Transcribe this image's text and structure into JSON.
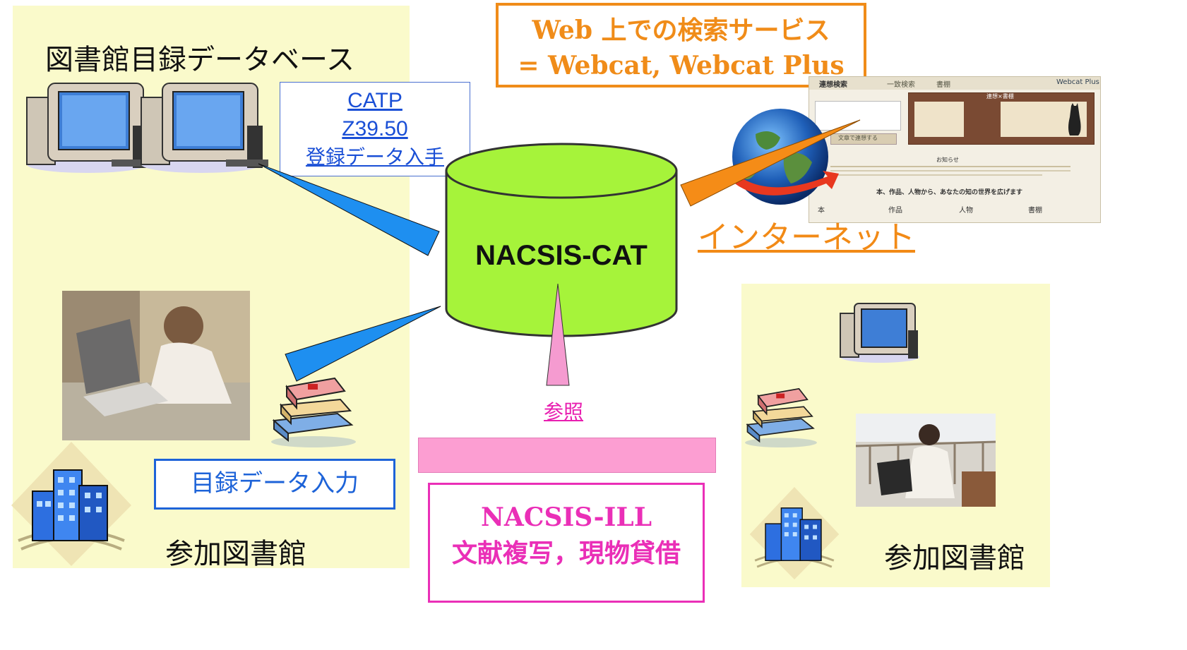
{
  "left_panel": {
    "title": "図書館目録データベース",
    "bottom_label": "参加図書館",
    "catp_box": [
      "CATP",
      "Z39.50",
      "登録データ入手"
    ],
    "input_box": "目録データ入力"
  },
  "right_panel": {
    "bottom_label": "参加図書館"
  },
  "center": {
    "database_label": "NACSIS-CAT",
    "reference_label": "参照",
    "ill_box": [
      "NACSIS-ILL",
      "文献複写，現物貸借"
    ]
  },
  "web_service": {
    "line1": "Web 上での検索サービス",
    "line2": "= Webcat, Webcat Plus",
    "internet_label": "インターネット"
  },
  "webcat_screenshot": {
    "brand": "Webcat Plus",
    "tabs": [
      "連想検索",
      "一致検索",
      "書棚"
    ],
    "section_label": "お知らせ",
    "tagline": "本、作品、人物から、あなたの知の世界を広げます",
    "search_button": "文章で連想する",
    "shelf_label": "連想×書棚",
    "category_labels": [
      "本",
      "作品",
      "人物",
      "書棚"
    ]
  },
  "colors": {
    "panel": "#fafacb",
    "database_fill": "#a6f33a",
    "input_arrow": "#1e8ff0",
    "internet_arrow": "#f58c17",
    "reference_arrow": "#f59bd0",
    "ill_border": "#ea2fb7"
  }
}
